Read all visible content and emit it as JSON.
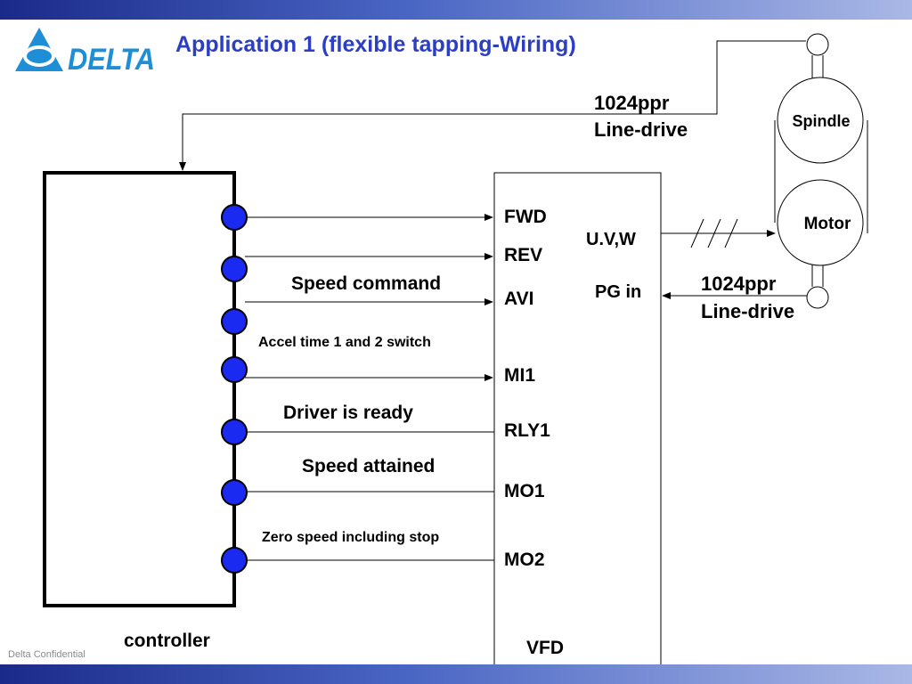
{
  "header": {
    "logo_text": "DELTA",
    "title": "Application 1 (flexible tapping-Wiring)"
  },
  "footer": {
    "confidential": "Delta Confidential"
  },
  "diagram": {
    "encoder_top": {
      "line1": "1024ppr",
      "line2": "Line-drive"
    },
    "encoder_right": {
      "line1": "1024ppr",
      "line2": "Line-drive"
    },
    "spindle_label": "Spindle",
    "motor_label": "Motor",
    "controller_label": "controller",
    "vfd_label": "VFD",
    "vfd_terminals": {
      "fwd": "FWD",
      "rev": "REV",
      "avi": "AVI",
      "mi1": "MI1",
      "rly1": "RLY1",
      "mo1": "MO1",
      "mo2": "MO2",
      "uvw": "U.V,W",
      "pg_in": "PG in"
    },
    "signals": {
      "speed_command": "Speed command",
      "accel_switch": "Accel time 1 and 2 switch",
      "driver_ready": "Driver is ready",
      "speed_attained": "Speed attained",
      "zero_speed": "Zero speed including stop"
    }
  }
}
